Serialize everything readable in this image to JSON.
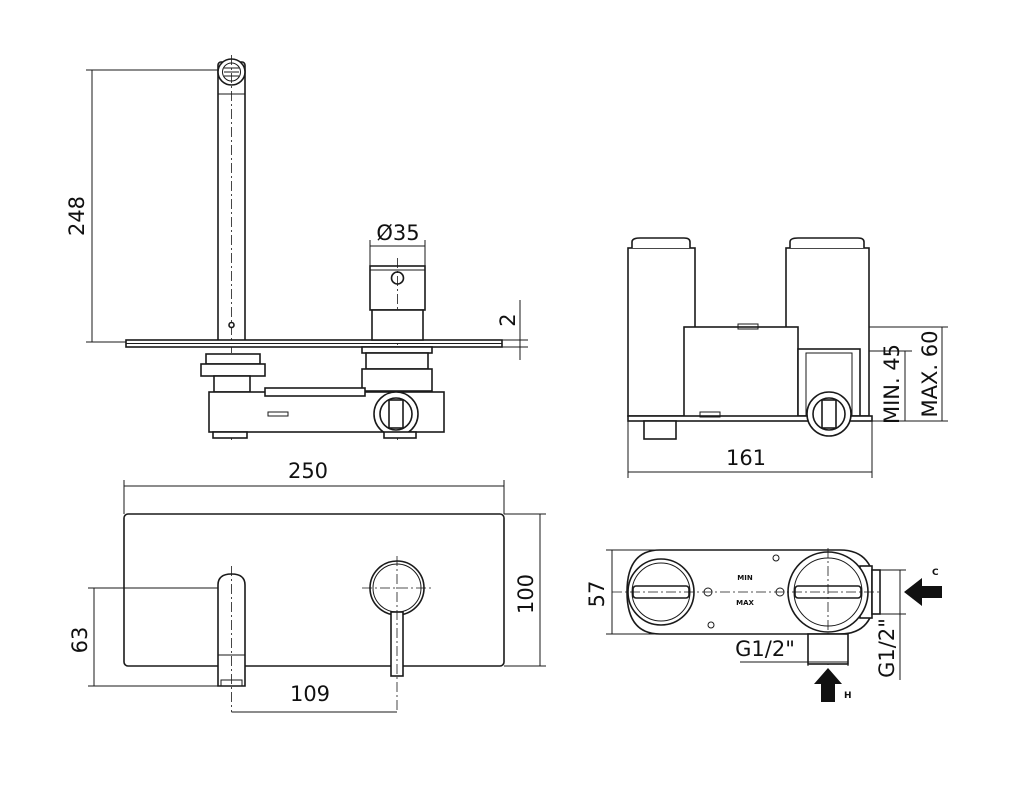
{
  "dimensions": {
    "height_248": "248",
    "diameter_35": "Ø35",
    "plate_2": "2",
    "min_45": "MIN. 45",
    "max_60": "MAX. 60",
    "width_161": "161",
    "width_250": "250",
    "height_100": "100",
    "height_63": "63",
    "width_109": "109",
    "depth_57": "57",
    "thread_bottom": "G1/2\"",
    "thread_side": "G1/2\""
  },
  "labels": {
    "min_mark": "MIN",
    "max_mark": "MAX",
    "cold_inlet": "C",
    "hot_inlet": "H"
  }
}
